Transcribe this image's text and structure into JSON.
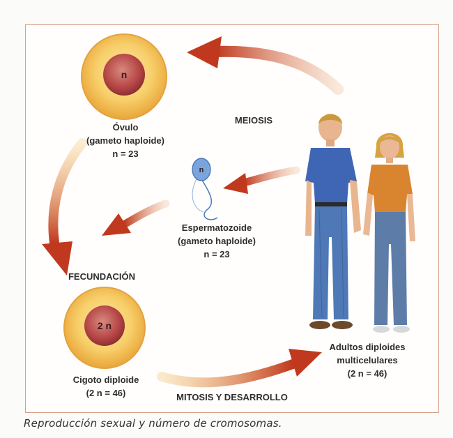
{
  "ovulo": {
    "nucleus_label": "n",
    "line1": "Óvulo",
    "line2": "(gameto haploide)",
    "line3": "n = 23"
  },
  "esperma": {
    "nucleus_label": "n",
    "line1": "Espermatozoide",
    "line2": "(gameto haploide)",
    "line3": "n = 23"
  },
  "cigoto": {
    "nucleus_label": "2 n",
    "line1": "Cigoto diploide",
    "line2": "(2 n = 46)"
  },
  "adultos": {
    "line1": "Adultos diploides",
    "line2": "multicelulares",
    "line3": "(2 n = 46)"
  },
  "process_labels": {
    "meiosis": "MEIOSIS",
    "fecundacion": "FECUNDACIÓN",
    "mitosis": "MITOSIS Y DESARROLLO"
  },
  "caption": "Reproducción sexual y número de cromosomas.",
  "colors": {
    "arrow": "#c0391e",
    "cell_outer": "#f2bd4e",
    "nucleus": "#b9494b",
    "frame": "#d9a08c"
  }
}
